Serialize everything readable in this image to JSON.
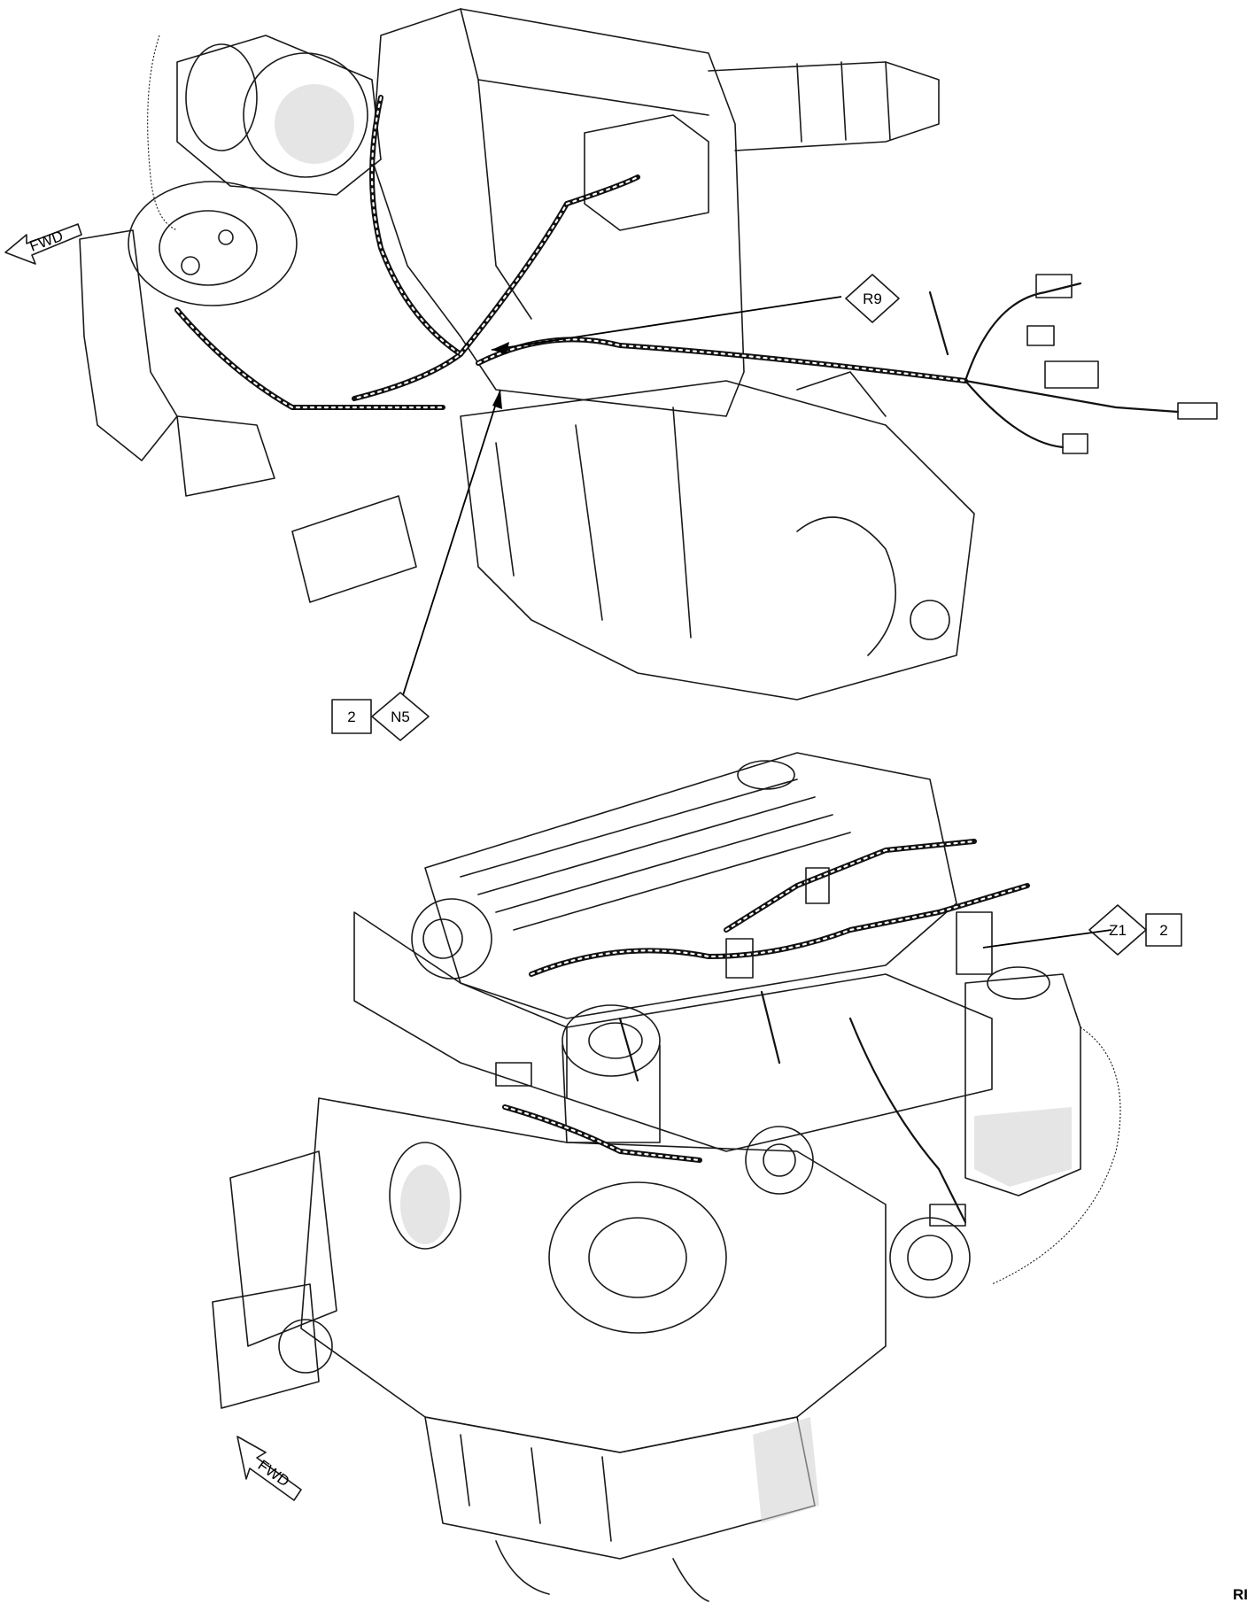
{
  "callouts": {
    "r9": {
      "code": "R9"
    },
    "n5": {
      "code": "N5",
      "sheet": "2"
    },
    "z1": {
      "code": "Z1",
      "sheet": "2"
    }
  },
  "direction_arrows": {
    "top": "FWD",
    "bottom": "FWD"
  },
  "corner_code": "RI"
}
